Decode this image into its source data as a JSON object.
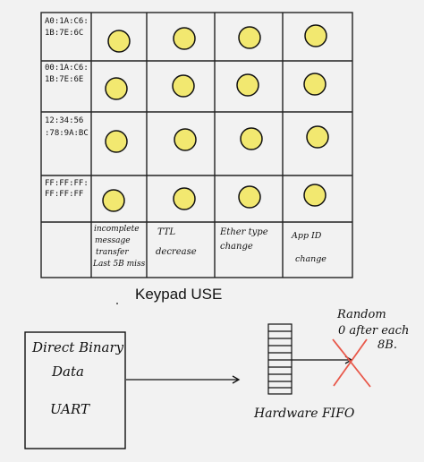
{
  "keypad": {
    "title": "Keypad USE",
    "rows": [
      {
        "mac": [
          "A0:1A:C6:",
          "1B:7E:6C"
        ]
      },
      {
        "mac": [
          "00:1A:C6:",
          "1B:7E:6E"
        ]
      },
      {
        "mac": [
          "12:34:56",
          ":78:9A:BC"
        ]
      },
      {
        "mac": [
          "FF:FF:FF:",
          "FF:FF:FF"
        ]
      }
    ],
    "columns": [
      {
        "label": [
          "incomplete",
          "message",
          "transfer",
          "Last 5B miss"
        ]
      },
      {
        "label": [
          "TTL",
          "decrease"
        ]
      },
      {
        "label": [
          "Ether type",
          "change"
        ]
      },
      {
        "label": [
          "App ID",
          "change"
        ]
      }
    ],
    "button_color": "#f2e870"
  },
  "flow": {
    "source_label": [
      "Direct Binary",
      "Data",
      "UART"
    ],
    "fifo_label": "Hardware FIFO",
    "drop_label": [
      "Random",
      "0 after each",
      "8B."
    ],
    "cross_color": "#e8584a"
  }
}
